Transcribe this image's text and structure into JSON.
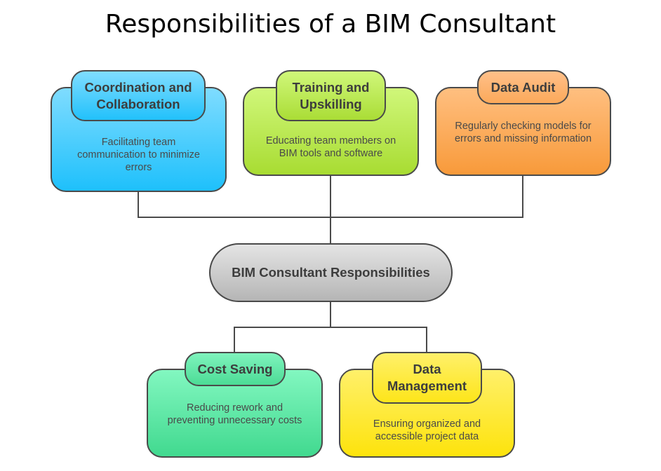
{
  "title": "Responsibilities of a BIM Consultant",
  "center": "BIM Consultant Responsibilities",
  "items": [
    {
      "title": "Coordination and Collaboration",
      "desc": "Facilitating team communication to minimize errors",
      "color_top": "#7fdcff",
      "color_bottom": "#1ec0fb"
    },
    {
      "title": "Training and Upskilling",
      "desc": "Educating team members on BIM tools and software",
      "color_top": "#d0f77a",
      "color_bottom": "#a8dc32"
    },
    {
      "title": "Data Audit",
      "desc": "Regularly checking models for errors and missing information",
      "color_top": "#ffbf80",
      "color_bottom": "#f89a3a"
    },
    {
      "title": "Cost Saving",
      "desc": "Reducing rework and preventing unnecessary costs",
      "color_top": "#82f7c0",
      "color_bottom": "#41d98f"
    },
    {
      "title": "Data Management",
      "desc": "Ensuring organized and accessible project data",
      "color_top": "#fff06a",
      "color_bottom": "#fde30c"
    }
  ]
}
